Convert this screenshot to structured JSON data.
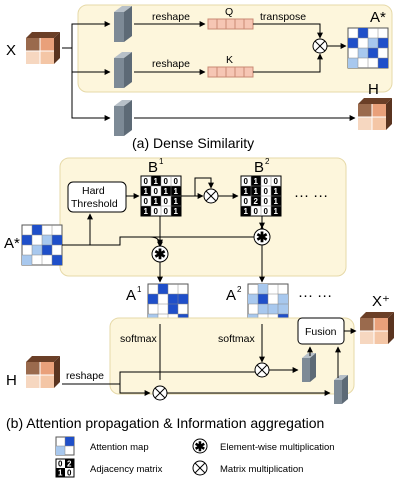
{
  "diagram": {
    "top_caption": "(a) Dense Similarity",
    "bottom_caption": "(b) Attention propagation & Information aggregation",
    "input_label": "X",
    "output_label_h": "H",
    "reshape_label": "reshape",
    "transpose_label": "transpose",
    "q_label": "Q",
    "k_label": "K",
    "astar_label": "A*",
    "hard_threshold_line1": "Hard",
    "hard_threshold_line2": "Threshold",
    "b_label": "B",
    "b1_sup": "1",
    "b2_sup": "2",
    "a_label": "A",
    "a1_sup": "1",
    "a2_sup": "2",
    "ellipsis": "··· ···",
    "softmax_label": "softmax",
    "fusion_label": "Fusion",
    "xplus_label": "X⁺",
    "h_label": "H",
    "b1_matrix": [
      [
        "0",
        "1",
        "0",
        "0"
      ],
      [
        "1",
        "0",
        "1",
        "1"
      ],
      [
        "0",
        "1",
        "0",
        "1"
      ],
      [
        "1",
        "0",
        "0",
        "1"
      ]
    ],
    "b2_matrix": [
      [
        "0",
        "1",
        "0",
        "0"
      ],
      [
        "1",
        "1",
        "0",
        "1"
      ],
      [
        "0",
        "2",
        "0",
        "1"
      ],
      [
        "1",
        "0",
        "0",
        "1"
      ]
    ]
  },
  "legend": {
    "attention_map": "Attention map",
    "adjacency_matrix": "Adjacency matrix",
    "elementwise": "Element-wise multiplication",
    "matrix_mult": "Matrix multiplication",
    "adj_icon_top": [
      "0",
      "2"
    ],
    "adj_icon_bottom": [
      "1",
      "0"
    ]
  },
  "colors": {
    "panel_fill": "#fdf6dc",
    "dark_blue": "#1f4fc9",
    "light_blue": "#a8c8ee",
    "cube_brown": "#8a5a3c",
    "cube_orange": "#f1b68a",
    "bar_grey": "#7d8a96",
    "vector_fill": "#f6c6b4"
  }
}
